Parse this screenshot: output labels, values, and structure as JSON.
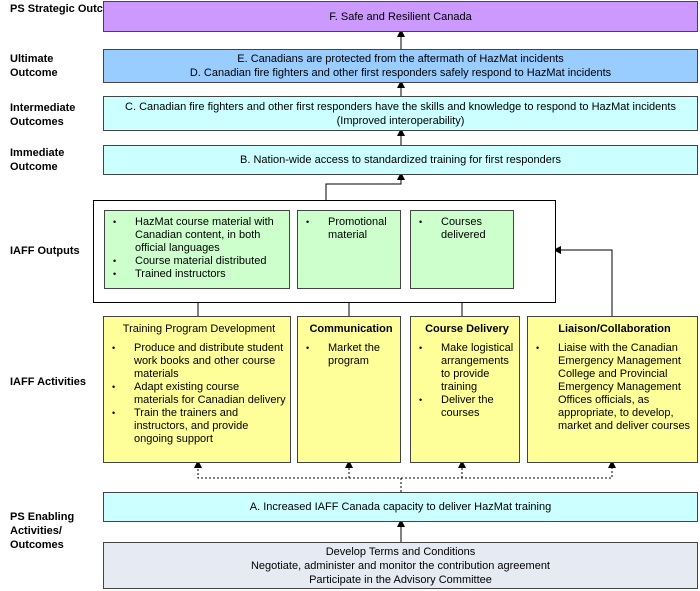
{
  "labels": {
    "ps_strategic": "PS Strategic Outcome",
    "ultimate": "Ultimate Outcome",
    "intermediate": "Intermediate Outcomes",
    "immediate": "Immediate Outcome",
    "outputs": "IAFF Outputs",
    "activities": "IAFF Activities",
    "enabling": "PS Enabling Activities/ Outcomes"
  },
  "boxes": {
    "f": "F. Safe and Resilient Canada",
    "e1": "E. Canadians are protected from the aftermath of HazMat incidents",
    "e2": "D. Canadian fire fighters and other first responders safely respond to HazMat incidents",
    "c1": "C. Canadian fire fighters and other first responders have the skills and knowledge to respond to HazMat incidents",
    "c2": "(Improved interoperability)",
    "b": "B. Nation-wide access to standardized training for first responders",
    "a": "A. Increased IAFF Canada capacity to deliver HazMat training",
    "bottom1": "Develop Terms and Conditions",
    "bottom2": "Negotiate, administer and monitor the contribution agreement",
    "bottom3": "Participate in the Advisory Committee"
  },
  "outputs": {
    "o1": [
      "HazMat course material with Canadian content, in both official languages",
      "Course material distributed",
      "Trained instructors"
    ],
    "o2": [
      "Promotional material"
    ],
    "o3": [
      "Courses delivered"
    ]
  },
  "activities": {
    "a1": {
      "title": "Training Program Development",
      "items": [
        "Produce and distribute student work books and other course materials",
        "Adapt existing course materials for Canadian delivery",
        "Train the trainers and instructors, and provide ongoing support"
      ]
    },
    "a2": {
      "title": "Communication",
      "items": [
        "Market the program"
      ]
    },
    "a3": {
      "title": "Course Delivery",
      "items": [
        "Make logistical arrangements to provide training",
        "Deliver the courses"
      ]
    },
    "a4": {
      "title": "Liaison/Collaboration",
      "items": [
        "Liaise with the Canadian Emergency Management College and Provincial Emergency Management Offices officials, as appropriate, to develop, market and deliver courses"
      ]
    }
  }
}
